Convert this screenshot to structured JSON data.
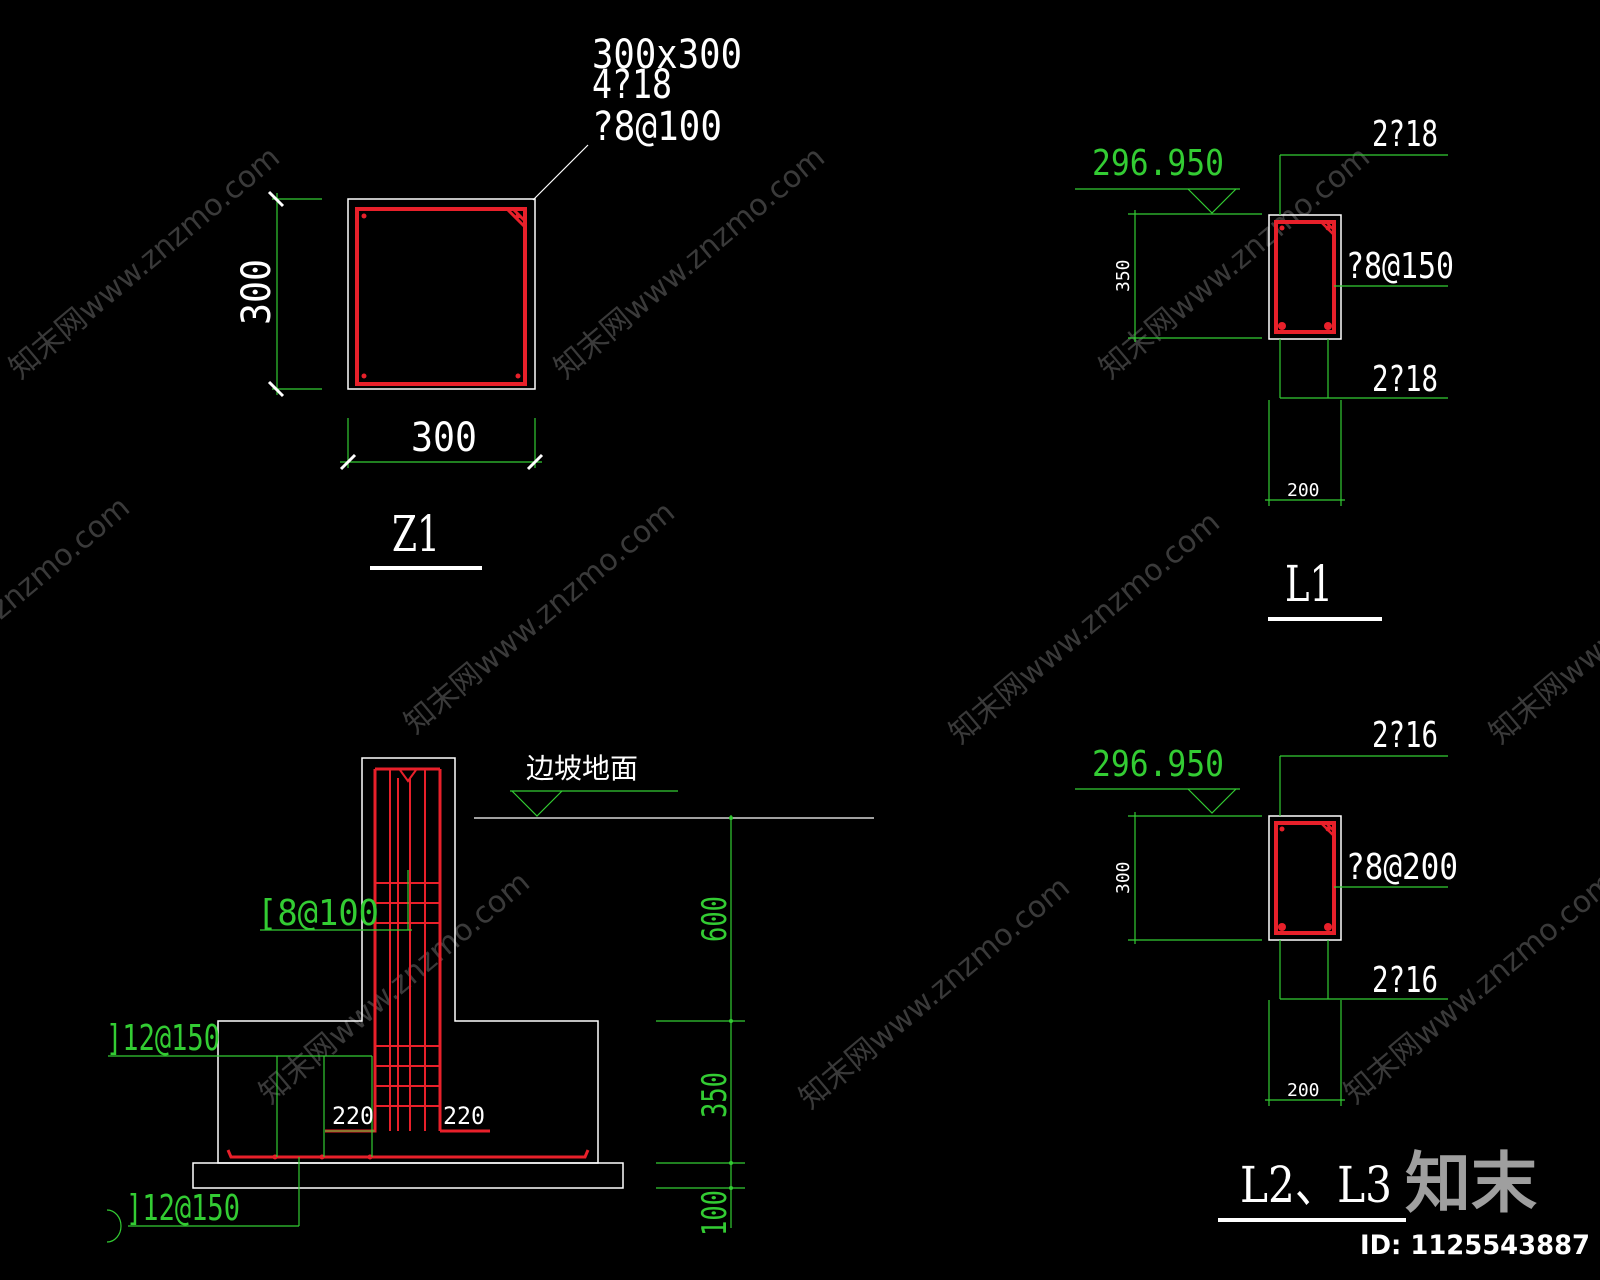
{
  "z1": {
    "title": "Z1",
    "spec_size": "300x300",
    "spec_main": "4?18",
    "spec_stirrup": "?8@100",
    "dim_height": "300",
    "dim_width": "300"
  },
  "l1": {
    "title": "L1",
    "elevation": "296.950",
    "top_bar": "2?18",
    "stirrup": "?8@150",
    "bottom_bar": "2?18",
    "dim_height": "350",
    "dim_width": "200"
  },
  "l23": {
    "title": "L2、L3",
    "elevation": "296.950",
    "top_bar": "2?16",
    "stirrup": "?8@200",
    "bottom_bar": "2?16",
    "dim_height": "300",
    "dim_width": "200"
  },
  "footing": {
    "ground_label": "边坡地面",
    "stirrup_label": "[8@100",
    "upper_bar_label": "]12@150",
    "lower_bar_label": "]12@150",
    "anchor_left": "220",
    "anchor_right": "220",
    "dim_1": "600",
    "dim_2": "350",
    "dim_3": "100"
  },
  "watermark": {
    "text": "知末网www.znzmo.com",
    "brand": "知末",
    "id": "ID: 1125543887"
  },
  "colors": {
    "background": "#000000",
    "outline": "#ffffff",
    "rebar": "#e8202a",
    "dimension": "#33cc33"
  }
}
